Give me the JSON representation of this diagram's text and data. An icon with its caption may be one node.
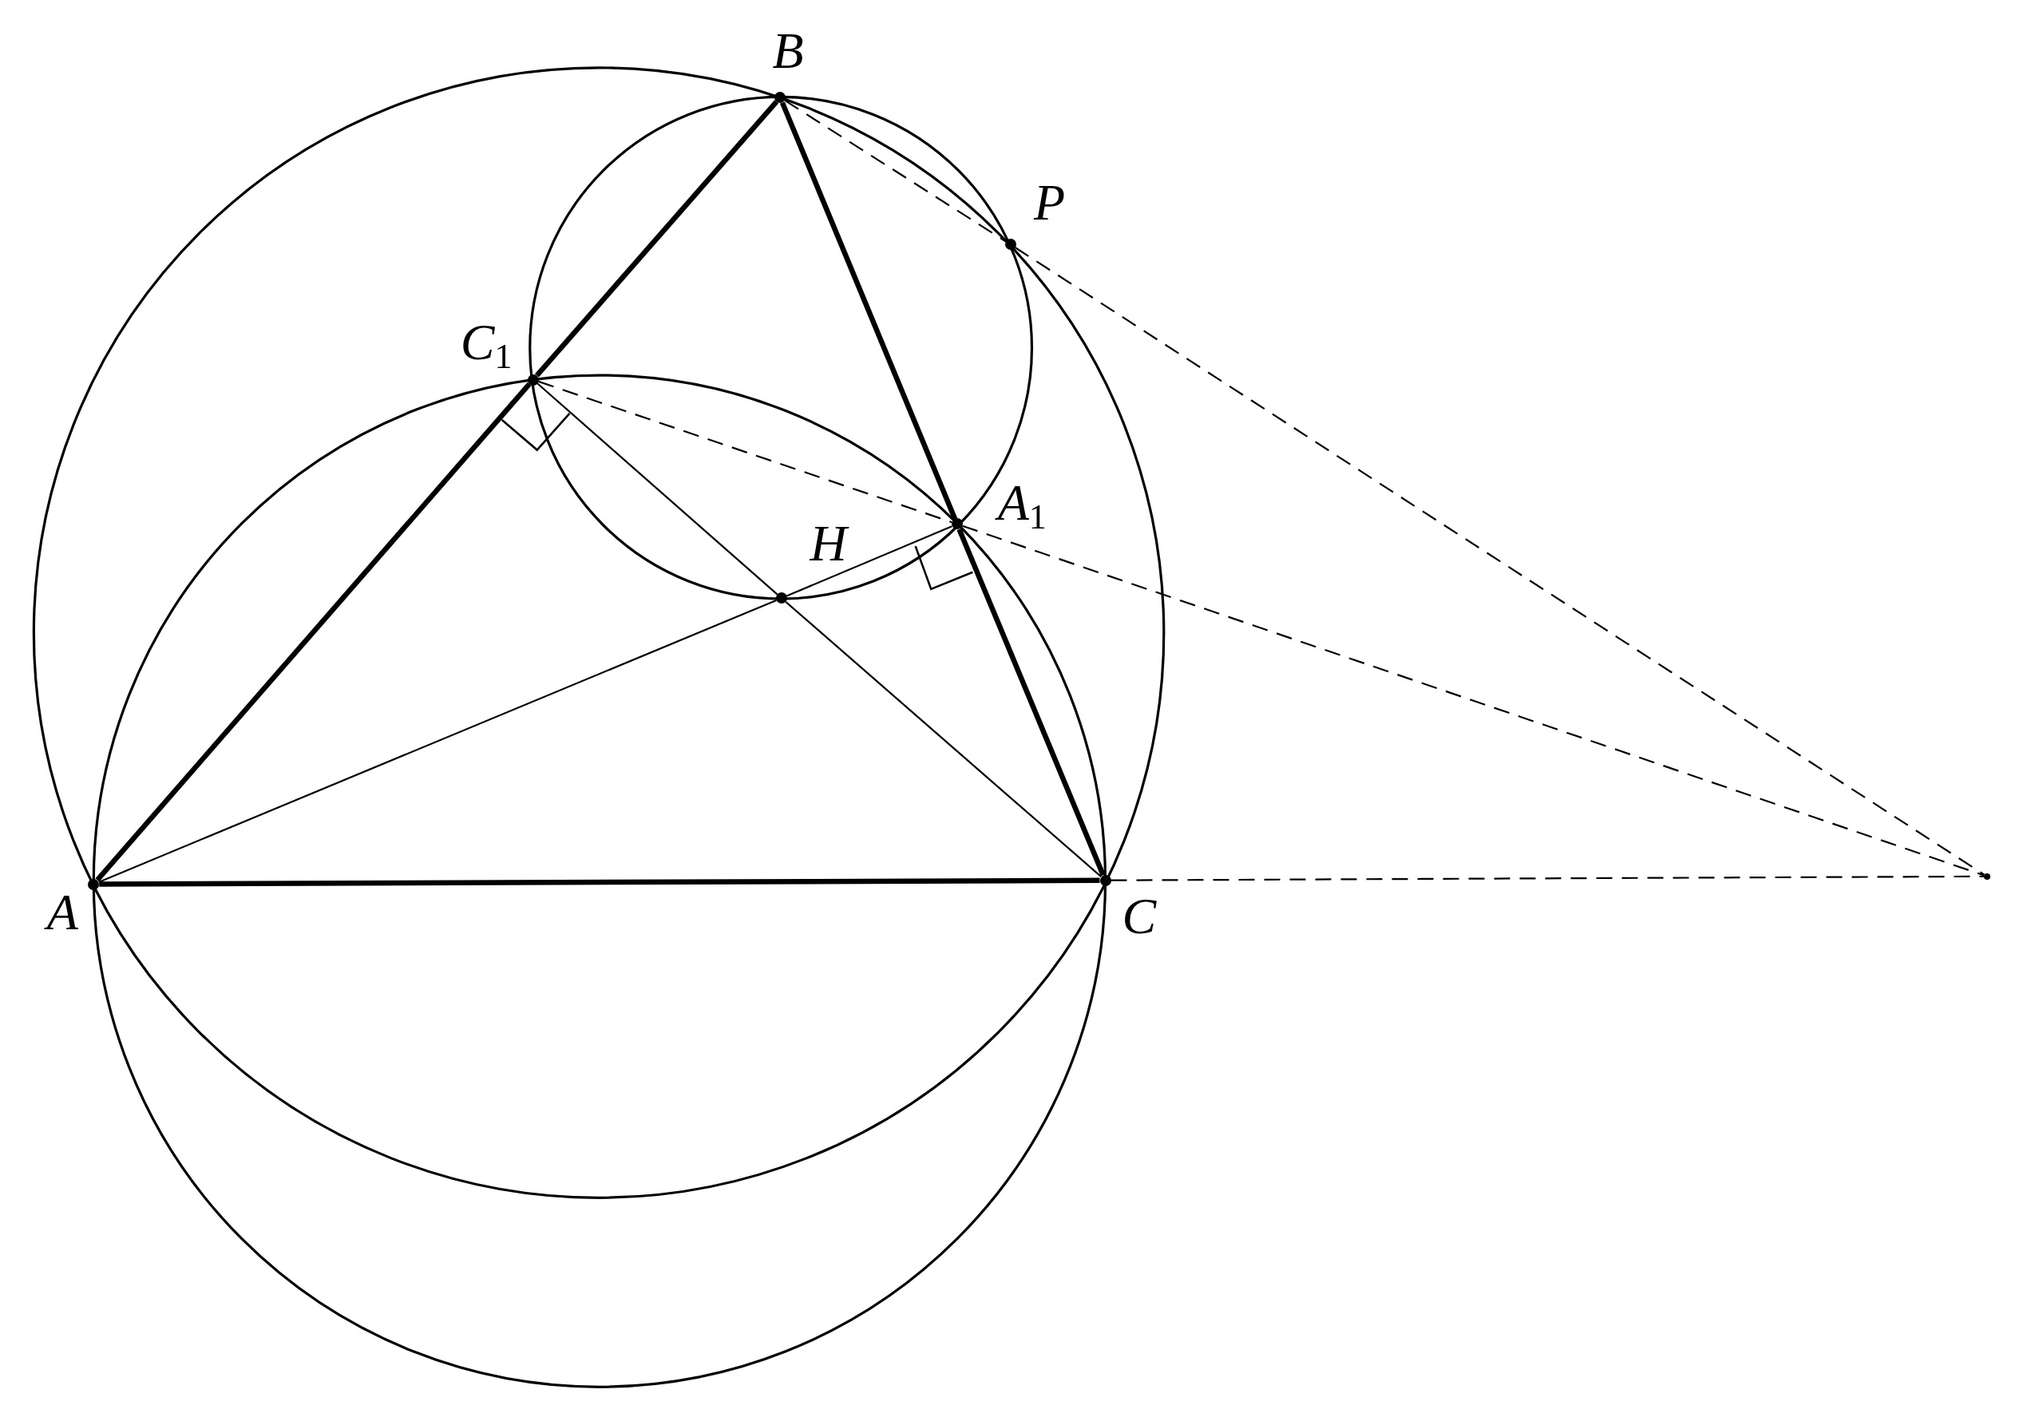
{
  "diagram": {
    "nodes": [
      {
        "text": [
          "B"
        ]
      },
      {
        "text": [
          "P"
        ]
      },
      {
        "text": [
          "C$_{1}$"
        ]
      },
      {
        "text": [
          "A$_{1}$"
        ]
      },
      {
        "text": [
          "H"
        ]
      },
      {
        "text": [
          "A"
        ]
      },
      {
        "text": [
          "C"
        ]
      },
      {
        "text": [],
        "shape": "circle"
      }
    ],
    "edges": [
      {
        "from": 5,
        "to": 2,
        "arrow": "none",
        "style": "thick"
      },
      {
        "from": 2,
        "to": 0,
        "arrow": "none",
        "style": "thick"
      },
      {
        "from": 0,
        "to": 3,
        "arrow": "none",
        "style": "thick"
      },
      {
        "from": 3,
        "to": 6,
        "arrow": "none",
        "style": "thick"
      },
      {
        "from": 5,
        "to": 6,
        "arrow": "none",
        "style": "thick"
      },
      {
        "from": 5,
        "to": 4,
        "arrow": "none"
      },
      {
        "from": 4,
        "to": 3,
        "arrow": "none"
      },
      {
        "from": 6,
        "to": 4,
        "arrow": "none"
      },
      {
        "from": 4,
        "to": 2,
        "arrow": "none"
      },
      {
        "from": 0,
        "to": 1,
        "arrow": "none",
        "style": "dashed"
      },
      {
        "from": 1,
        "to": 7,
        "arrow": "none",
        "style": "dashed"
      },
      {
        "from": 2,
        "to": 3,
        "arrow": "none",
        "style": "dashed"
      },
      {
        "from": 3,
        "to": 7,
        "arrow": "none",
        "style": "dashed"
      },
      {
        "from": 6,
        "to": 7,
        "arrow": "none",
        "style": "dashed"
      }
    ]
  }
}
